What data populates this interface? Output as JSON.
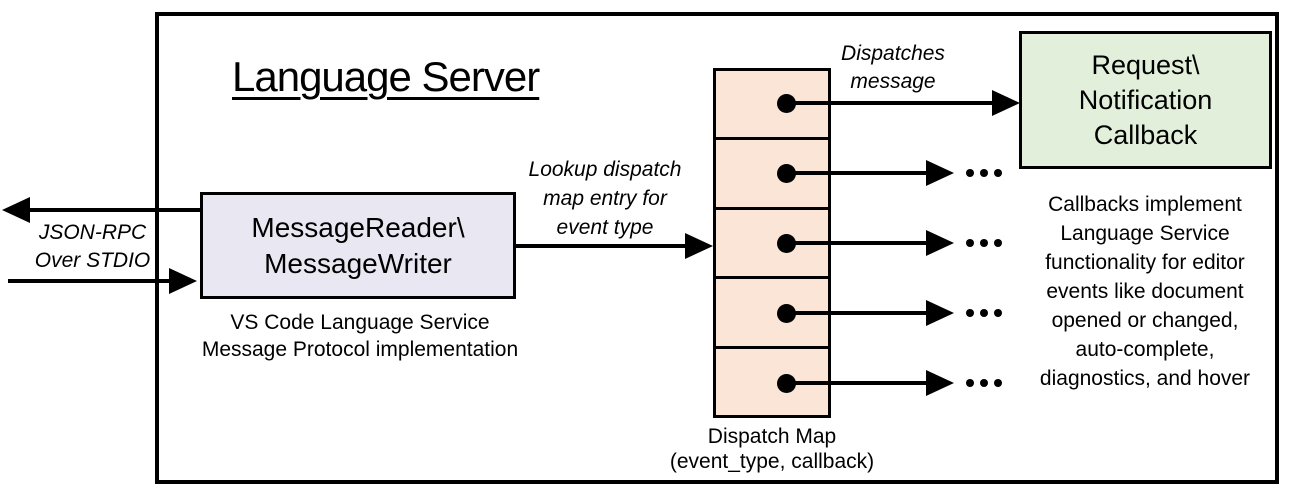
{
  "colors": {
    "reader_box_fill": "#E9E7F1",
    "dispatch_cell_fill": "#FBE5D6",
    "callback_box_fill": "#E2EFDA",
    "line_color": "#000000"
  },
  "title": "Language Server",
  "stdio_label": [
    "JSON-RPC",
    "Over STDIO"
  ],
  "reader_box": [
    "MessageReader\\",
    "MessageWriter"
  ],
  "reader_caption": [
    "VS Code Language Service",
    "Message Protocol implementation"
  ],
  "lookup_label": [
    "Lookup dispatch",
    "map entry for",
    "event type"
  ],
  "dispatches_label": [
    "Dispatches",
    "message"
  ],
  "callback_box": [
    "Request\\",
    "Notification",
    "Callback"
  ],
  "callbacks_note": [
    "Callbacks implement",
    "Language Service",
    "functionality for editor",
    "events like document",
    "opened or changed,",
    "auto-complete,",
    "diagnostics, and hover"
  ],
  "dispatch_map_caption": [
    "Dispatch Map",
    "(event_type, callback)"
  ],
  "dispatch_map_rows": 5
}
